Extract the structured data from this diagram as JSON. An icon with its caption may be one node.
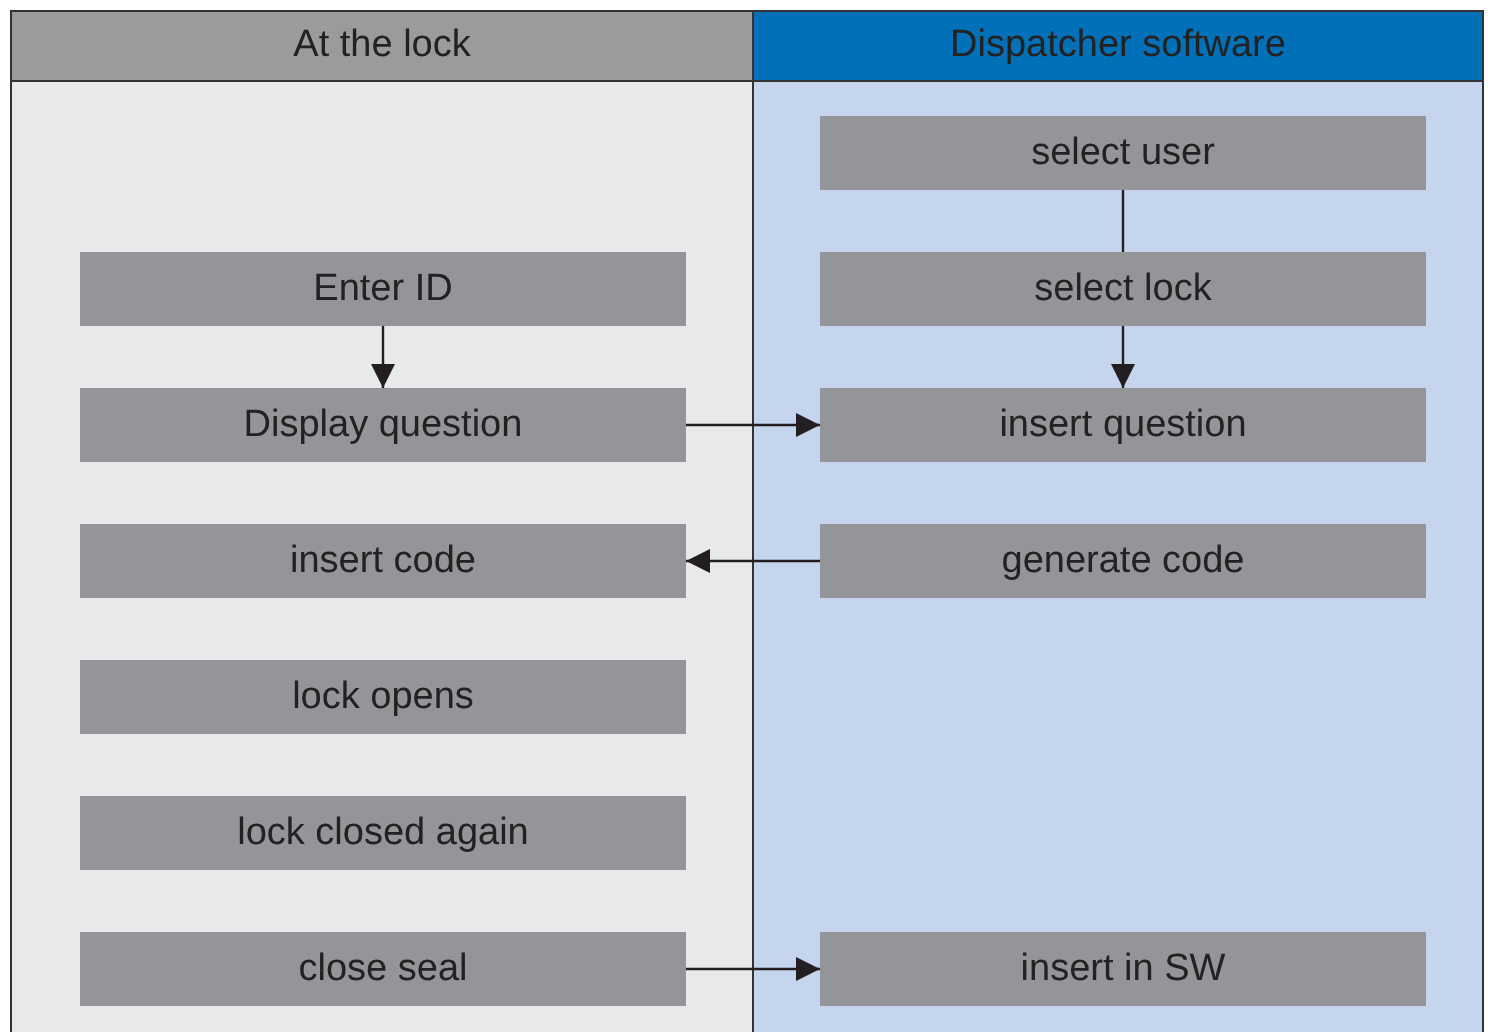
{
  "diagram": {
    "nodes": [
      {
        "text": [
          "At the lock"
        ]
      },
      {
        "text": [
          "Dispatcher software"
        ]
      },
      {
        "text": [
          "select user"
        ],
        "in": 1
      },
      {
        "text": [
          "Enter ID"
        ],
        "in": 0
      },
      {
        "text": [
          "select lock"
        ],
        "in": 1
      },
      {
        "text": [
          "Display question"
        ],
        "in": 0
      },
      {
        "text": [
          "insert question"
        ],
        "in": 1
      },
      {
        "text": [
          "insert code"
        ],
        "in": 0
      },
      {
        "text": [
          "generate code"
        ],
        "in": 1
      },
      {
        "text": [
          "lock opens"
        ],
        "in": 0
      },
      {
        "text": [
          "lock closed again"
        ],
        "in": 0
      },
      {
        "text": [
          "close seal"
        ],
        "in": 0
      },
      {
        "text": [
          "insert in SW"
        ],
        "in": 1
      }
    ],
    "edges": [
      {
        "from": 2,
        "to": 4,
        "arrow": "none"
      },
      {
        "from": 4,
        "to": 6,
        "arrow": "to"
      },
      {
        "from": 3,
        "to": 5,
        "arrow": "to"
      },
      {
        "from": 5,
        "to": 6,
        "arrow": "to"
      },
      {
        "from": 8,
        "to": 7,
        "arrow": "to"
      },
      {
        "from": 11,
        "to": 12,
        "arrow": "to"
      }
    ]
  }
}
